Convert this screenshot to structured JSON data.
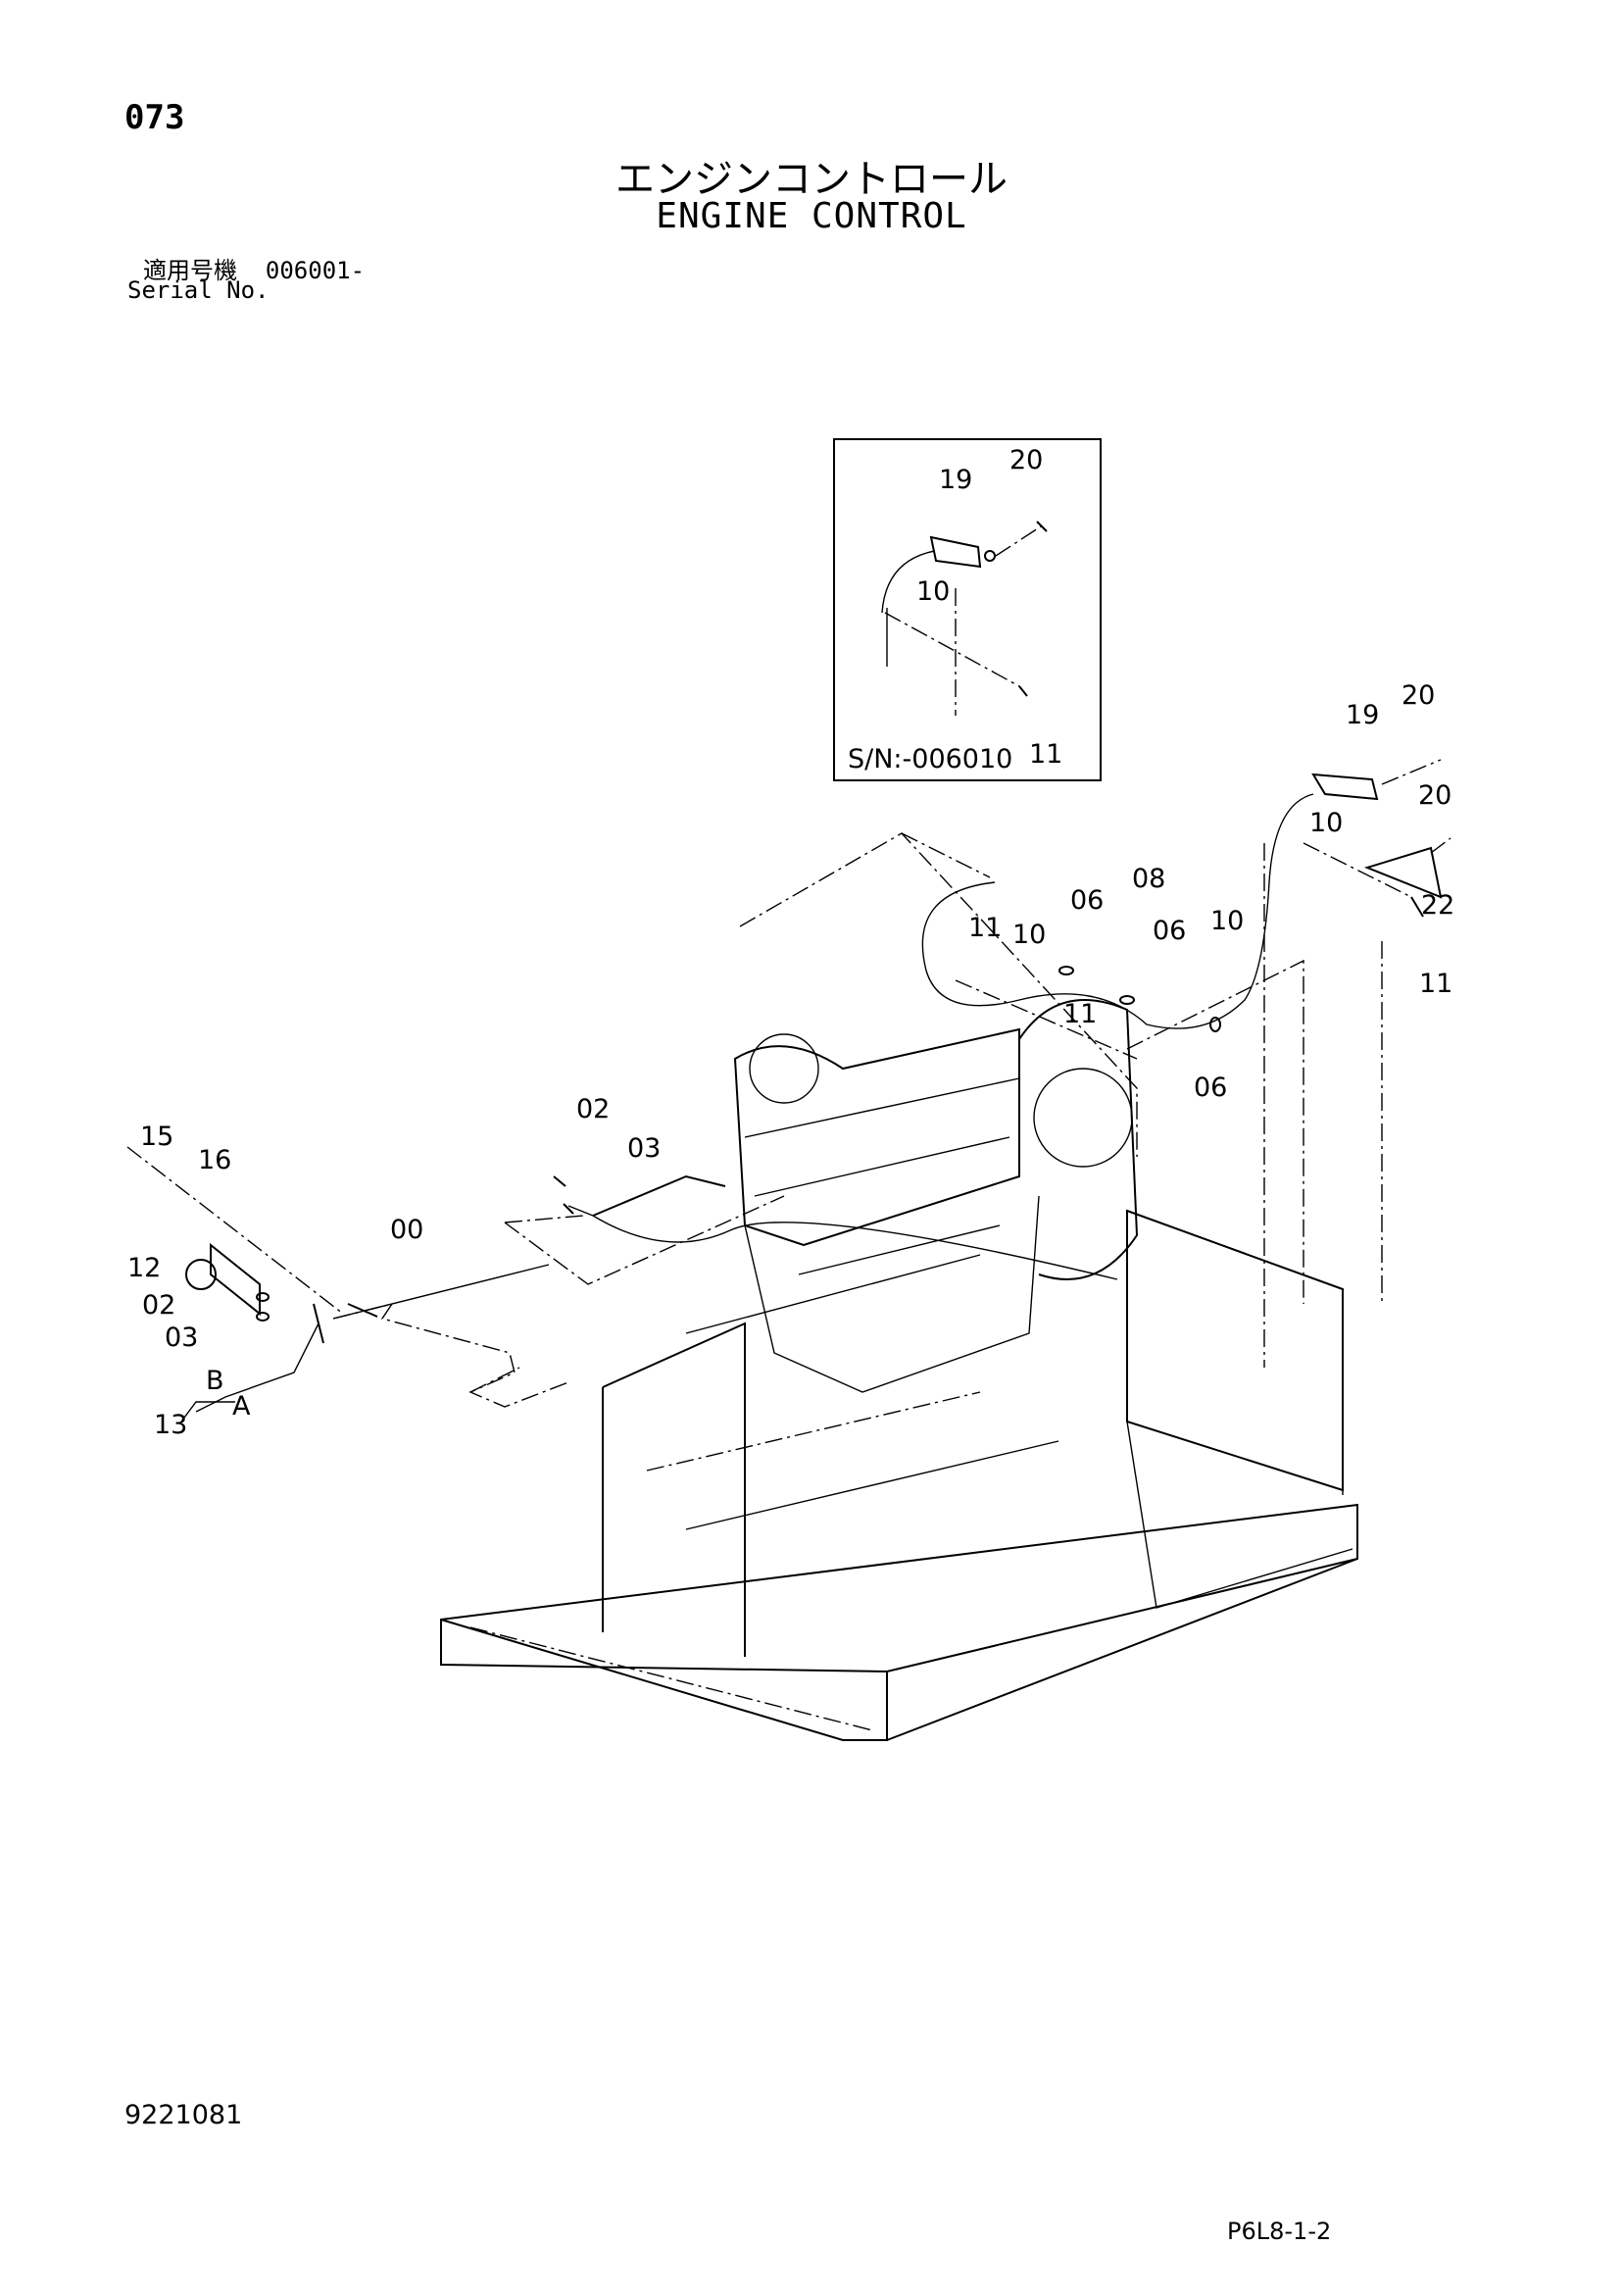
{
  "header": {
    "page_number": "073",
    "title_jp": "エンジンコントロール",
    "title_en": "ENGINE CONTROL",
    "serial_label_jp": "適用号機",
    "serial_value": "006001-",
    "serial_label_en": "Serial No."
  },
  "inset": {
    "caption": "S/N:-006010",
    "labels": [
      "19",
      "20",
      "10",
      "11"
    ]
  },
  "part_labels": {
    "p19": "19",
    "p20a": "20",
    "p20b": "20",
    "p10a": "10",
    "p22": "22",
    "p11a": "11",
    "p08": "08",
    "p06a": "06",
    "p06b": "06",
    "p10b": "10",
    "p11b": "11",
    "p10c": "10",
    "p11c": "11",
    "p06c": "06",
    "p02a": "02",
    "p03a": "03",
    "p15": "15",
    "p16": "16",
    "p00": "00",
    "p12": "12",
    "p02b": "02",
    "p03b": "03",
    "pB": "B",
    "pA": "A",
    "p13": "13"
  },
  "footer": {
    "document_number": "9221081",
    "page_code": "P6L8-1-2"
  }
}
